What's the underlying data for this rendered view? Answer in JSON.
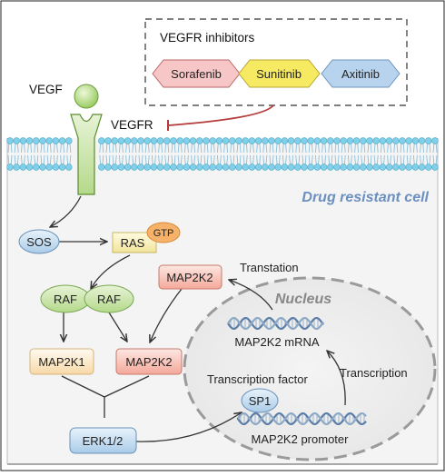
{
  "inhibitor_box": {
    "title": "VEGFR inhibitors",
    "drugs": [
      {
        "label": "Sorafenib",
        "color": "#f7c6c6"
      },
      {
        "label": "Sunitinib",
        "color": "#f6ea63"
      },
      {
        "label": "Axitinib",
        "color": "#b8d3ee"
      }
    ]
  },
  "receptor": {
    "ligand_label": "VEGF",
    "receptor_label": "VEGFR"
  },
  "cell_label": "Drug resistant cell",
  "nucleus_label": "Nucleus",
  "nodes": {
    "sos": "SOS",
    "ras": "RAS",
    "gtp": "GTP",
    "raf1": "RAF",
    "raf2": "RAF",
    "map2k1": "MAP2K1",
    "map2k2": "MAP2K2",
    "map2k2_top": "MAP2K2",
    "erk": "ERK1/2",
    "sp1": "SP1"
  },
  "labels": {
    "translation": "Transtation",
    "mrna": "MAP2K2 mRNA",
    "transcription": "Transcription",
    "transcription_factor": "Transcription factor",
    "promoter": "MAP2K2 promoter"
  },
  "colors": {
    "membrane": "#7fd0e8",
    "receptor_green": "#a9d46d",
    "inhibit_red": "#b53a3a",
    "cell_label": "#6b8fc0"
  }
}
